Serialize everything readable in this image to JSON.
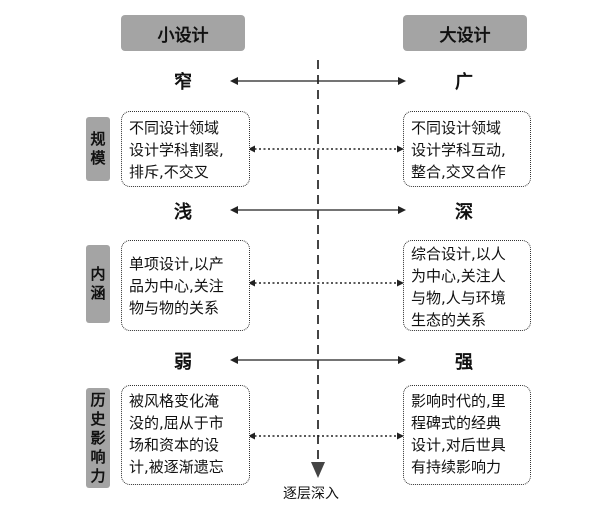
{
  "headers": {
    "left": "小设计",
    "right": "大设计"
  },
  "rows": [
    {
      "left_word": "窄",
      "right_word": "广",
      "category": [
        "规",
        "模"
      ],
      "left_box": [
        "不同设计领域",
        "设计学科割裂,",
        "排斥,不交叉"
      ],
      "right_box": [
        "不同设计领域",
        "设计学科互动,",
        "整合,交叉合作"
      ]
    },
    {
      "left_word": "浅",
      "right_word": "深",
      "category": [
        "内",
        "涵"
      ],
      "left_box": [
        "单项设计,以产",
        "品为中心,关注",
        "物与物的关系"
      ],
      "right_box": [
        "综合设计,以人",
        "为中心,关注人",
        "与物,人与环境",
        "生态的关系"
      ]
    },
    {
      "left_word": "弱",
      "right_word": "强",
      "category": [
        "历",
        "史",
        "影",
        "响",
        "力"
      ],
      "left_box": [
        "被风格变化淹",
        "没的,屈从于市",
        "场和资本的设",
        "计,被逐渐遗忘"
      ],
      "right_box": [
        "影响时代的,里",
        "程碑式的经典",
        "设计,对后世具",
        "有持续影响力"
      ]
    }
  ],
  "axis_label": "逐层深入"
}
